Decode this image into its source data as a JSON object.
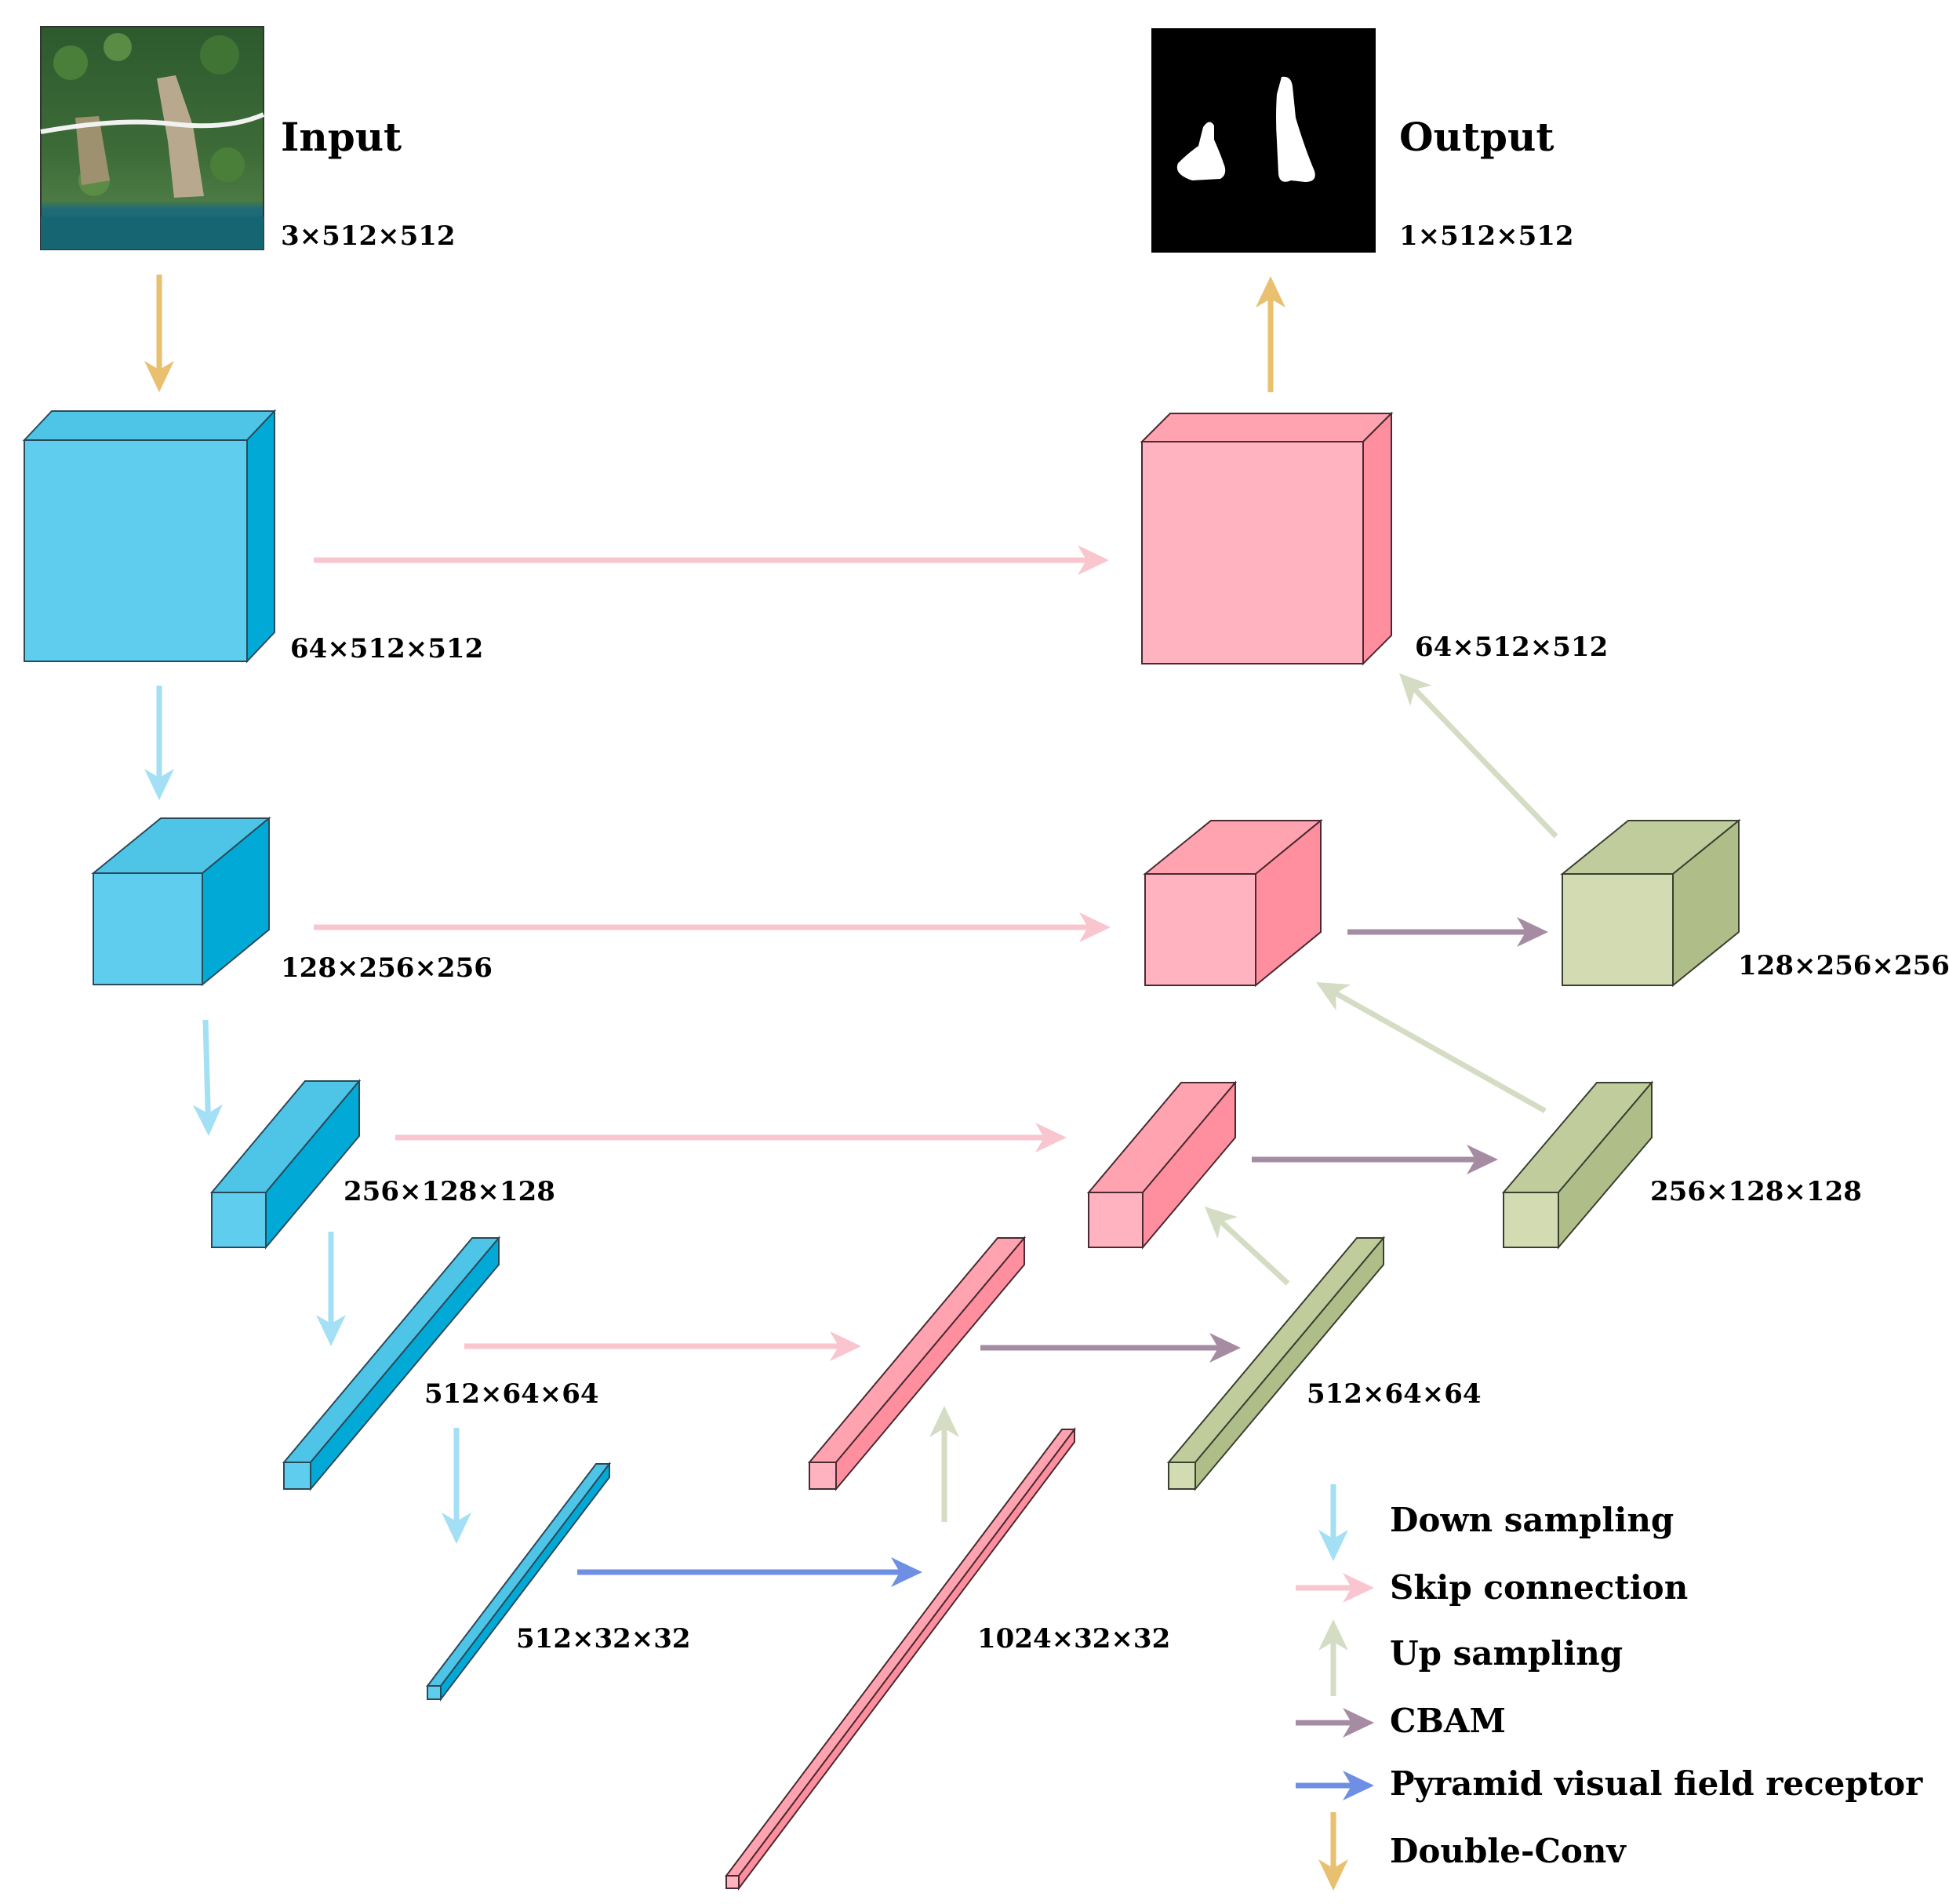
{
  "input": {
    "title": "Input",
    "dims": "3×512×512",
    "thumbnail_icon": "satellite-landslide-image"
  },
  "output": {
    "title": "Output",
    "dims": "1×512×512",
    "mask_icon": "binary-segmentation-mask"
  },
  "encoder": {
    "dims": [
      "64×512×512",
      "128×256×256",
      "256×128×128",
      "512×64×64",
      "512×32×32"
    ]
  },
  "decoder": {
    "dims": [
      "64×512×512",
      "1024×32×32"
    ]
  },
  "attention": {
    "dims": [
      "128×256×256",
      "256×128×128",
      "512×64×64"
    ]
  },
  "legend": [
    {
      "label": "Down sampling",
      "arrow": "arrow-down",
      "color": "#a3dff5"
    },
    {
      "label": "Skip connection",
      "arrow": "arrow-right",
      "color": "#f9c5cf"
    },
    {
      "label": "Up sampling",
      "arrow": "arrow-up",
      "color": "#d4dcc4"
    },
    {
      "label": "CBAM",
      "arrow": "arrow-right",
      "color": "#a68ca3"
    },
    {
      "label": "Pyramid visual field receptor",
      "arrow": "arrow-right",
      "color": "#6e8fe4"
    },
    {
      "label": "Double-Conv",
      "arrow": "arrow-down",
      "color": "#e8c070"
    }
  ],
  "colors": {
    "encoder_face": "#5ecdee",
    "encoder_top": "#4ec4e7",
    "encoder_side": "#01aad6",
    "decoder_face": "#ffb2bf",
    "decoder_top": "#ffa3b1",
    "decoder_side": "#ff8f9f",
    "attention_face": "#d2dbb2",
    "attention_top": "#c1cc9d",
    "attention_side": "#afbe89",
    "down_arrow": "#a3dff5",
    "skip_arrow": "#f9c5cf",
    "up_arrow": "#d4dcc4",
    "cbam_arrow": "#a68ca3",
    "pvfr_arrow": "#6e8fe4",
    "doubleconv_arrow": "#e8c070"
  }
}
